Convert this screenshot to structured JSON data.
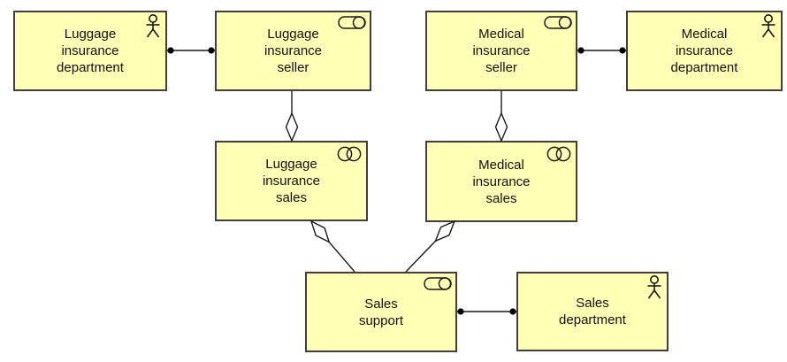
{
  "diagram": {
    "kind": "archimate-business-diagram",
    "colors": {
      "element_fill": "#ffffb5",
      "element_border": "#3f3f3f",
      "relation_line": "#1a1a1a",
      "background": "#ffffff",
      "text": "#111111"
    },
    "nodes": [
      {
        "id": "luggage-insurance-department",
        "label": "Luggage\ninsurance\ndepartment",
        "type": "business-actor",
        "icon": "actor-icon"
      },
      {
        "id": "luggage-insurance-seller",
        "label": "Luggage\ninsurance\nseller",
        "type": "business-role",
        "icon": "role-icon"
      },
      {
        "id": "medical-insurance-seller",
        "label": "Medical\ninsurance\nseller",
        "type": "business-role",
        "icon": "role-icon"
      },
      {
        "id": "medical-insurance-department",
        "label": "Medical\ninsurance\ndepartment",
        "type": "business-actor",
        "icon": "actor-icon"
      },
      {
        "id": "luggage-insurance-sales",
        "label": "Luggage\ninsurance\nsales",
        "type": "business-collaboration",
        "icon": "collaboration-icon"
      },
      {
        "id": "medical-insurance-sales",
        "label": "Medical\ninsurance\nsales",
        "type": "business-collaboration",
        "icon": "collaboration-icon"
      },
      {
        "id": "sales-support",
        "label": "Sales\nsupport",
        "type": "business-role",
        "icon": "role-icon"
      },
      {
        "id": "sales-department",
        "label": "Sales\ndepartment",
        "type": "business-actor",
        "icon": "actor-icon"
      }
    ],
    "relations": [
      {
        "from": "luggage-insurance-department",
        "to": "luggage-insurance-seller",
        "type": "assignment"
      },
      {
        "from": "medical-insurance-seller",
        "to": "medical-insurance-department",
        "type": "assignment"
      },
      {
        "from": "luggage-insurance-sales",
        "to": "luggage-insurance-seller",
        "type": "aggregation"
      },
      {
        "from": "medical-insurance-sales",
        "to": "medical-insurance-seller",
        "type": "aggregation"
      },
      {
        "from": "luggage-insurance-sales",
        "to": "sales-support",
        "type": "aggregation"
      },
      {
        "from": "medical-insurance-sales",
        "to": "sales-support",
        "type": "aggregation"
      },
      {
        "from": "sales-support",
        "to": "sales-department",
        "type": "assignment"
      }
    ]
  }
}
